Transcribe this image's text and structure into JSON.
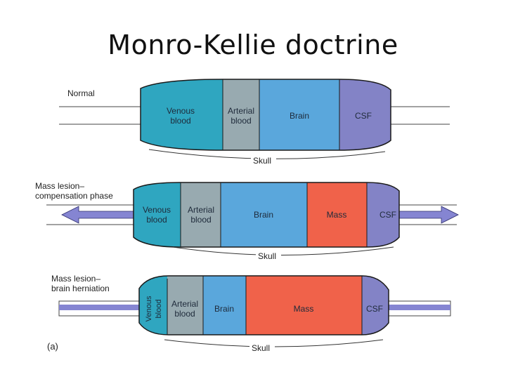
{
  "title": "Monro-Kellie doctrine",
  "skull_label": "Skull",
  "figure_label": "(a)",
  "colors": {
    "venous": "#2fa6c0",
    "arterial": "#98aab0",
    "brain": "#5aa7dc",
    "csf": "#8383c6",
    "mass": "#f0624a",
    "arrow": "#8585d2"
  },
  "panels": [
    {
      "label_lines": [
        "Normal"
      ],
      "segments": [
        "Venous\nblood",
        "Arterial\nblood",
        "Brain",
        "CSF"
      ]
    },
    {
      "label_lines": [
        "Mass lesion–",
        "compensation phase"
      ],
      "segments": [
        "Venous\nblood",
        "Arterial\nblood",
        "Brain",
        "Mass",
        "CSF"
      ]
    },
    {
      "label_lines": [
        "Mass lesion–",
        "brain herniation"
      ],
      "segments": [
        "Venous\nblood",
        "Arterial\nblood",
        "Brain",
        "Mass",
        "CSF"
      ]
    }
  ]
}
